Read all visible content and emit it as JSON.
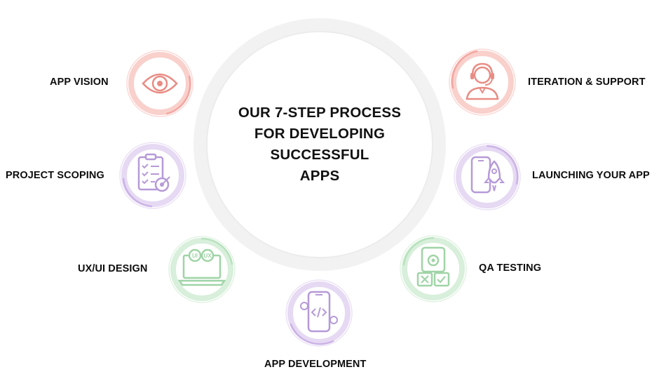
{
  "title": {
    "lines": [
      "OUR 7-STEP PROCESS",
      "FOR DEVELOPING",
      "SUCCESSFUL",
      "APPS"
    ]
  },
  "steps": [
    {
      "label": "APP VISION",
      "icon": "eye-icon",
      "color": "#f4a6a0"
    },
    {
      "label": "PROJECT SCOPING",
      "icon": "clipboard-target-icon",
      "color": "#cbb3e6"
    },
    {
      "label": "UX/UI DESIGN",
      "icon": "laptop-ux-ui-icon",
      "color": "#b7e2bd"
    },
    {
      "label": "APP DEVELOPMENT",
      "icon": "mobile-code-icon",
      "color": "#cbb3e6"
    },
    {
      "label": "QA TESTING",
      "icon": "checklist-gear-icon",
      "color": "#b7e2bd"
    },
    {
      "label": "LAUNCHING YOUR APP",
      "icon": "rocket-phone-icon",
      "color": "#cbb3e6"
    },
    {
      "label": "ITERATION & SUPPORT",
      "icon": "support-agent-icon",
      "color": "#f4a6a0"
    }
  ]
}
